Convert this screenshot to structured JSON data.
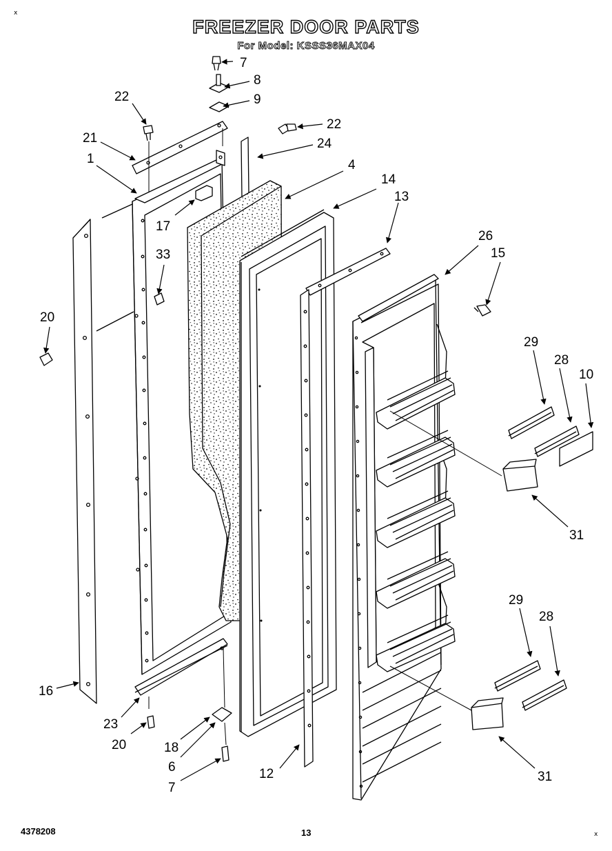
{
  "header": {
    "title": "FREEZER DOOR PARTS",
    "subtitle": "For Model: KSSS36MAX04"
  },
  "footer": {
    "doc_number": "4378208",
    "page_number": "13"
  },
  "corner_marks": [
    "x",
    "x"
  ],
  "callouts": {
    "c7_top": "7",
    "c8": "8",
    "c9": "9",
    "c22_left": "22",
    "c22_right": "22",
    "c21": "21",
    "c24": "24",
    "c1": "1",
    "c4": "4",
    "c14": "14",
    "c13": "13",
    "c17": "17",
    "c26": "26",
    "c15": "15",
    "c33": "33",
    "c20_left": "20",
    "c29_upper": "29",
    "c28_upper": "28",
    "c10": "10",
    "c31_upper": "31",
    "c29_lower": "29",
    "c28_lower": "28",
    "c16": "16",
    "c23": "23",
    "c20_bottom": "20",
    "c18": "18",
    "c6": "6",
    "c7_bottom": "7",
    "c12": "12",
    "c31_lower": "31"
  }
}
